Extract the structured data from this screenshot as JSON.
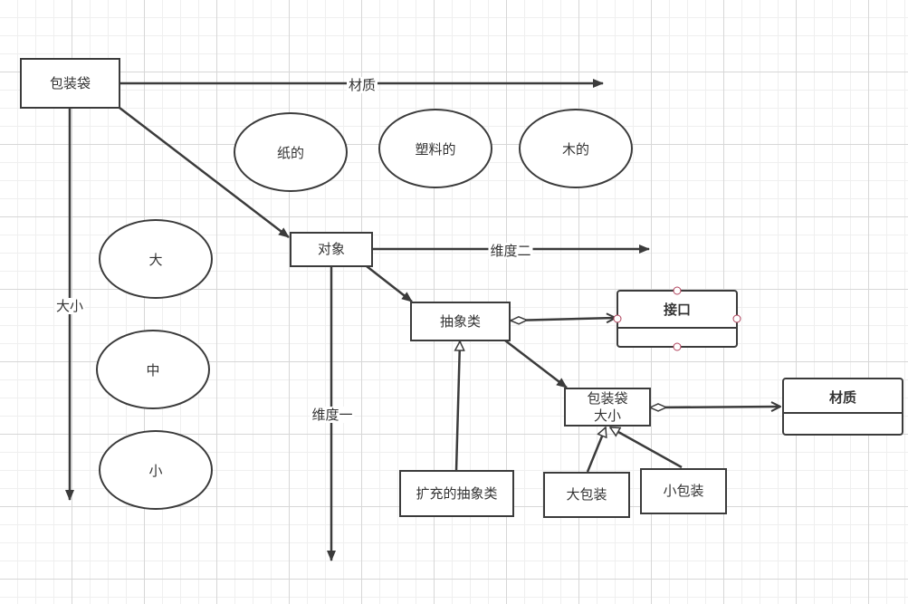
{
  "nodes": {
    "bag": "包装袋",
    "paper": "纸的",
    "plastic": "塑料的",
    "wood": "木的",
    "big": "大",
    "medium": "中",
    "small": "小",
    "object": "对象",
    "abstract_class": "抽象类",
    "interface": "接口",
    "bag_size_line1": "包装袋",
    "bag_size_line2": "大小",
    "material": "材质",
    "refined_abstract": "扩充的抽象类",
    "big_package": "大包装",
    "small_package": "小包装"
  },
  "edge_labels": {
    "material": "材质",
    "size": "大小",
    "dimension_two": "维度二",
    "dimension_one": "维度一"
  },
  "colors": {
    "stroke": "#3b3b3b",
    "grid_major": "#d7d7d7",
    "grid_minor": "#efefef",
    "port": "#b0405a"
  }
}
